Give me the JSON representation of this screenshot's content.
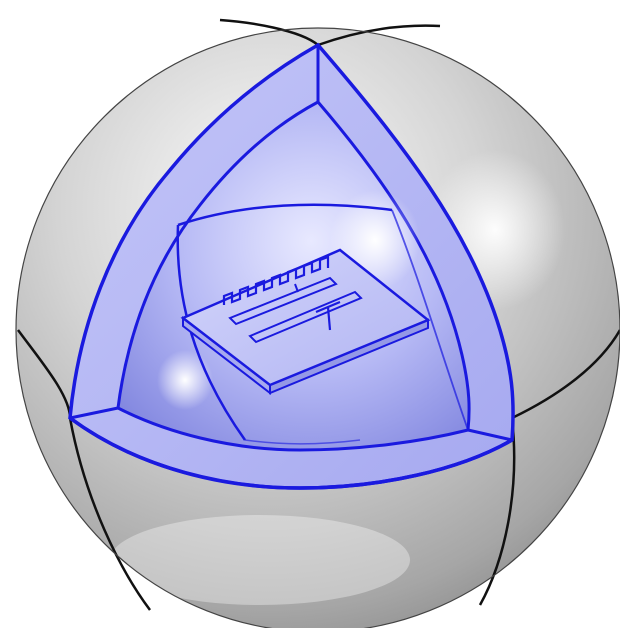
{
  "scene": {
    "colors": {
      "background": "#ffffff",
      "sphere_light": "#f4f4f4",
      "sphere_mid": "#c9c9c9",
      "sphere_dark": "#8f8f8f",
      "sphere_edge": "#111111",
      "cutaway_fill": "#b9bcf6",
      "cutaway_deep": "#8b8fe6",
      "selection_edge": "#1a1adf"
    },
    "objects": [
      {
        "name": "outer-sphere",
        "kind": "sphere",
        "selected": false
      },
      {
        "name": "inner-sphere",
        "kind": "sphere",
        "selected": true
      },
      {
        "name": "octant-cutaway",
        "kind": "cut-section",
        "selected": true
      },
      {
        "name": "antenna-substrate",
        "kind": "board",
        "selected": true
      },
      {
        "name": "meander-antenna-trace",
        "kind": "trace",
        "selected": true
      },
      {
        "name": "feed-line",
        "kind": "trace",
        "selected": true
      }
    ]
  }
}
